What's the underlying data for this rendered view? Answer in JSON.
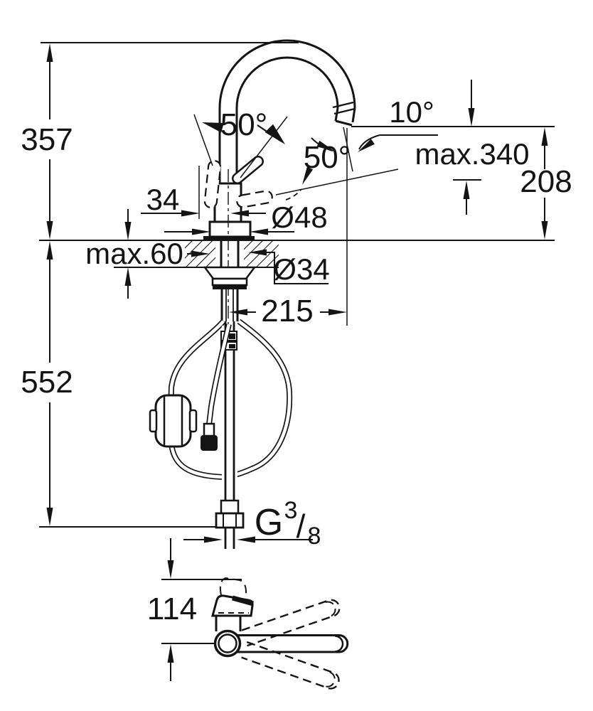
{
  "drawing": {
    "kind": "technical-dimension-drawing",
    "subject": "kitchen faucet with pull-out spray, side view and top view",
    "background": "#ffffff",
    "line_color": "#141414",
    "labels": {
      "height_above_counter": "357",
      "height_below_counter": "552",
      "handle_offset": "34",
      "body_diameter": "Ø48",
      "max_counter_thickness": "max.60",
      "hole_diameter": "Ø34",
      "spout_reach": "215",
      "handle_angle_left": "50°",
      "handle_angle_right": "50°",
      "spray_angle": "10°",
      "max_outlet_height": "max.340",
      "outlet_height": "208",
      "top_view_depth": "114",
      "thread_letter": "G",
      "thread_numerator": "3",
      "thread_slash": "/",
      "thread_denominator": "8"
    }
  }
}
